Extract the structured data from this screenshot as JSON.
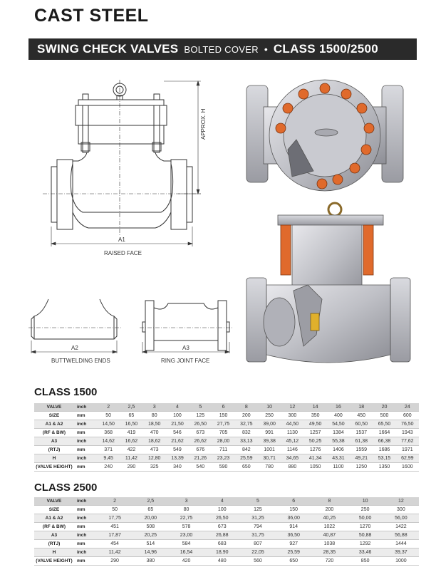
{
  "header": {
    "title": "CAST STEEL",
    "banner_main": "SWING CHECK VALVES",
    "banner_sub": "BOLTED COVER",
    "banner_bullet": "•",
    "banner_class": "CLASS 1500/2500"
  },
  "drawing_labels": {
    "approx_h": "APPROX. H",
    "a1": "A1",
    "raised_face": "RAISED FACE",
    "a2": "A2",
    "buttwelding_ends": "BUTTWELDING ENDS",
    "a3": "A3",
    "ring_joint_face": "RING JOINT FACE"
  },
  "colors": {
    "banner_bg": "#2a2a2a",
    "header_row": "#d4d4d4",
    "shade_row": "#ececec"
  },
  "class1500": {
    "title": "CLASS 1500",
    "rows": [
      {
        "label": "VALVE",
        "sub": "",
        "unit": "inch",
        "style": "hdr",
        "values": [
          "2",
          "2,5",
          "3",
          "4",
          "5",
          "6",
          "8",
          "10",
          "12",
          "14",
          "16",
          "18",
          "20",
          "24"
        ]
      },
      {
        "label": "SIZE",
        "sub": "",
        "unit": "mm",
        "style": "plain",
        "values": [
          "50",
          "65",
          "80",
          "100",
          "125",
          "150",
          "200",
          "250",
          "300",
          "350",
          "400",
          "450",
          "500",
          "600"
        ]
      },
      {
        "label": "A1 & A2",
        "sub": "",
        "unit": "inch",
        "style": "shade",
        "values": [
          "14,50",
          "16,50",
          "18,50",
          "21,50",
          "26,50",
          "27,75",
          "32,75",
          "39,00",
          "44,50",
          "49,50",
          "54,50",
          "60,50",
          "65,50",
          "76,50"
        ]
      },
      {
        "label": "(RF & BW)",
        "sub": "",
        "unit": "mm",
        "style": "plain",
        "values": [
          "368",
          "419",
          "470",
          "546",
          "673",
          "705",
          "832",
          "991",
          "1130",
          "1257",
          "1384",
          "1537",
          "1664",
          "1943"
        ]
      },
      {
        "label": "A3",
        "sub": "",
        "unit": "inch",
        "style": "shade",
        "values": [
          "14,62",
          "16,62",
          "18,62",
          "21,62",
          "26,62",
          "28,00",
          "33,13",
          "39,38",
          "45,12",
          "50,25",
          "55,38",
          "61,38",
          "66,38",
          "77,62"
        ]
      },
      {
        "label": "(RTJ)",
        "sub": "",
        "unit": "mm",
        "style": "plain",
        "values": [
          "371",
          "422",
          "473",
          "549",
          "676",
          "711",
          "842",
          "1001",
          "1146",
          "1276",
          "1406",
          "1559",
          "1686",
          "1971"
        ]
      },
      {
        "label": "H",
        "sub": "",
        "unit": "inch",
        "style": "shade",
        "values": [
          "9,45",
          "11,42",
          "12,80",
          "13,39",
          "21,26",
          "23,23",
          "25,59",
          "30,71",
          "34,65",
          "41,34",
          "43,31",
          "49,21",
          "53,15",
          "62,99"
        ]
      },
      {
        "label": "(VALVE HEIGHT)",
        "sub": "",
        "unit": "mm",
        "style": "plain",
        "values": [
          "240",
          "290",
          "325",
          "340",
          "540",
          "590",
          "650",
          "780",
          "880",
          "1050",
          "1100",
          "1250",
          "1350",
          "1600"
        ]
      }
    ]
  },
  "class2500": {
    "title": "CLASS 2500",
    "rows": [
      {
        "label": "VALVE",
        "unit": "inch",
        "style": "hdr",
        "values": [
          "2",
          "2,5",
          "3",
          "4",
          "5",
          "6",
          "8",
          "10",
          "12"
        ]
      },
      {
        "label": "SIZE",
        "unit": "mm",
        "style": "plain",
        "values": [
          "50",
          "65",
          "80",
          "100",
          "125",
          "150",
          "200",
          "250",
          "300"
        ]
      },
      {
        "label": "A1 & A2",
        "unit": "inch",
        "style": "shade",
        "values": [
          "17,75",
          "20,00",
          "22,75",
          "26,50",
          "31,25",
          "36,00",
          "40,25",
          "50,00",
          "56,00"
        ]
      },
      {
        "label": "(RF & BW)",
        "unit": "mm",
        "style": "plain",
        "values": [
          "451",
          "508",
          "578",
          "673",
          "794",
          "914",
          "1022",
          "1270",
          "1422"
        ]
      },
      {
        "label": "A3",
        "unit": "inch",
        "style": "shade",
        "values": [
          "17,87",
          "20,25",
          "23,00",
          "26,88",
          "31,75",
          "36,50",
          "40,87",
          "50,88",
          "56,88"
        ]
      },
      {
        "label": "(RTJ)",
        "unit": "mm",
        "style": "plain",
        "values": [
          "454",
          "514",
          "584",
          "683",
          "807",
          "927",
          "1038",
          "1292",
          "1444"
        ]
      },
      {
        "label": "H",
        "unit": "inch",
        "style": "shade",
        "values": [
          "11,42",
          "14,96",
          "16,54",
          "18,90",
          "22,05",
          "25,59",
          "28,35",
          "33,46",
          "39,37"
        ]
      },
      {
        "label": "(VALVE HEIGHT)",
        "unit": "mm",
        "style": "plain",
        "values": [
          "290",
          "380",
          "420",
          "480",
          "560",
          "650",
          "720",
          "850",
          "1000"
        ]
      }
    ]
  }
}
